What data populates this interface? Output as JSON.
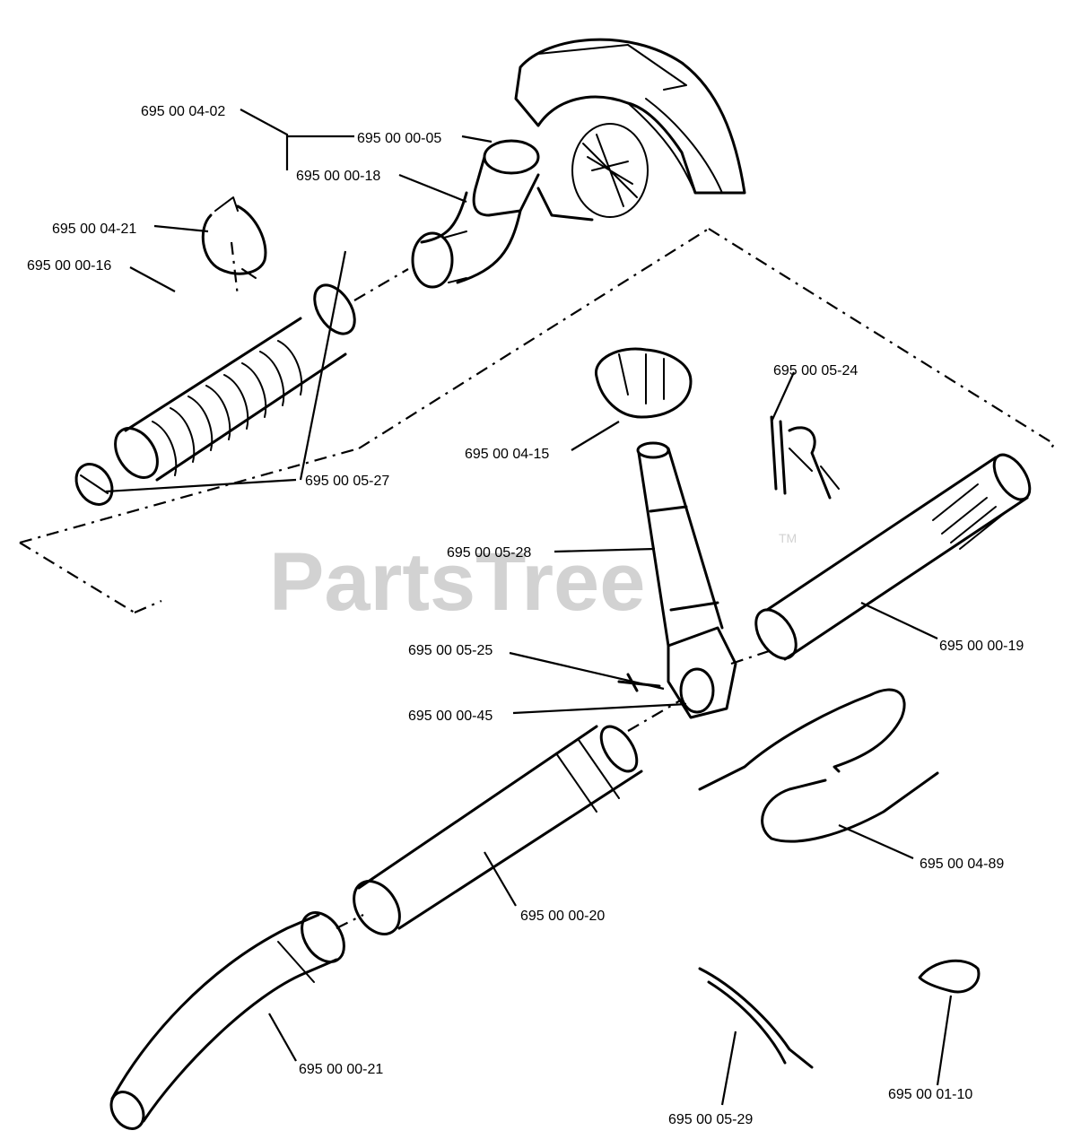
{
  "watermark": {
    "brand": "PartsTree",
    "trademark": "TM"
  },
  "labels": {
    "p_04_02": "695 00 04-02",
    "p_00_05": "695 00 00-05",
    "p_00_18": "695 00 00-18",
    "p_04_21": "695 00 04-21",
    "p_00_16": "695 00 00-16",
    "p_05_27": "695 00 05-27",
    "p_04_15": "695 00 04-15",
    "p_05_24": "695 00 05-24",
    "p_05_28": "695 00 05-28",
    "p_00_19": "695 00 00-19",
    "p_05_25": "695 00 05-25",
    "p_00_45": "695 00 00-45",
    "p_04_89": "695 00 04-89",
    "p_00_20": "695 00 00-20",
    "p_00_21": "695 00 00-21",
    "p_05_29": "695 00 05-29",
    "p_01_10": "695 00 01-10"
  }
}
